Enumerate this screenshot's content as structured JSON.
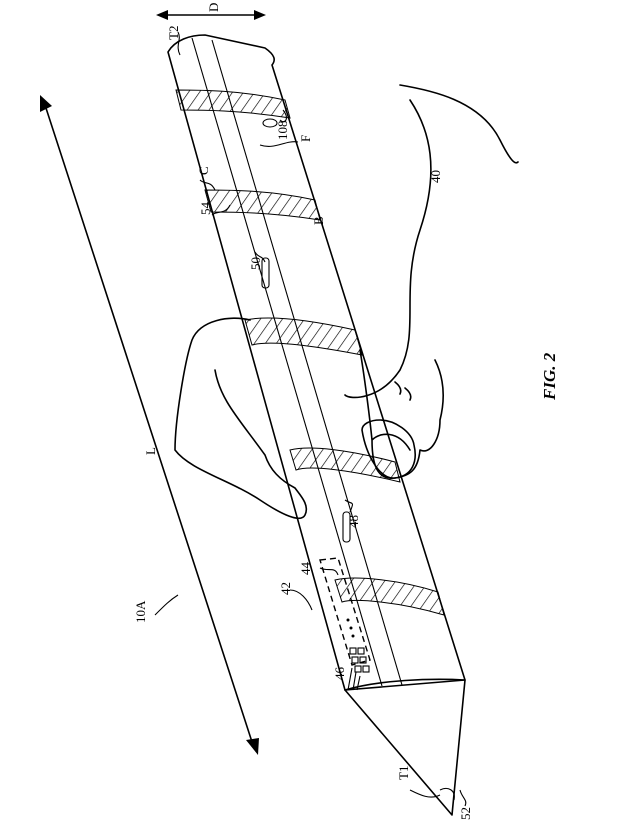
{
  "figure": {
    "caption": "FIG. 2",
    "labels": {
      "t2": "T2",
      "d": "D",
      "ref108": "108",
      "f": "F",
      "ref40": "40",
      "c": "C",
      "ref54": "54",
      "b": "B",
      "ref50": "50",
      "l": "L",
      "ref48": "48",
      "ref44": "44",
      "ref42": "42",
      "ref10a": "10A",
      "ref46": "46",
      "t1": "T1",
      "ref52": "52"
    }
  }
}
